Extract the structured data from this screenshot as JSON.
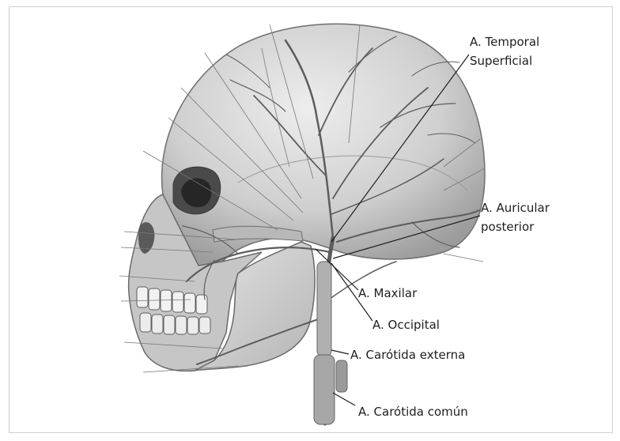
{
  "figure": {
    "image": "lateral-view-skull-head-arterial-illustration",
    "background": "#ffffff",
    "tone": "#8a8a8a"
  },
  "labels": {
    "temporal_superficial": {
      "line1": "A. Temporal",
      "line2": "Superficial"
    },
    "auricular_posterior": {
      "line1": "A. Auricular",
      "line2": "posterior"
    },
    "maxilar": "A. Maxilar",
    "occipital": "A. Occipital",
    "carotida_externa": "A. Carótida externa",
    "carotida_comun": "A. Carótida común"
  }
}
